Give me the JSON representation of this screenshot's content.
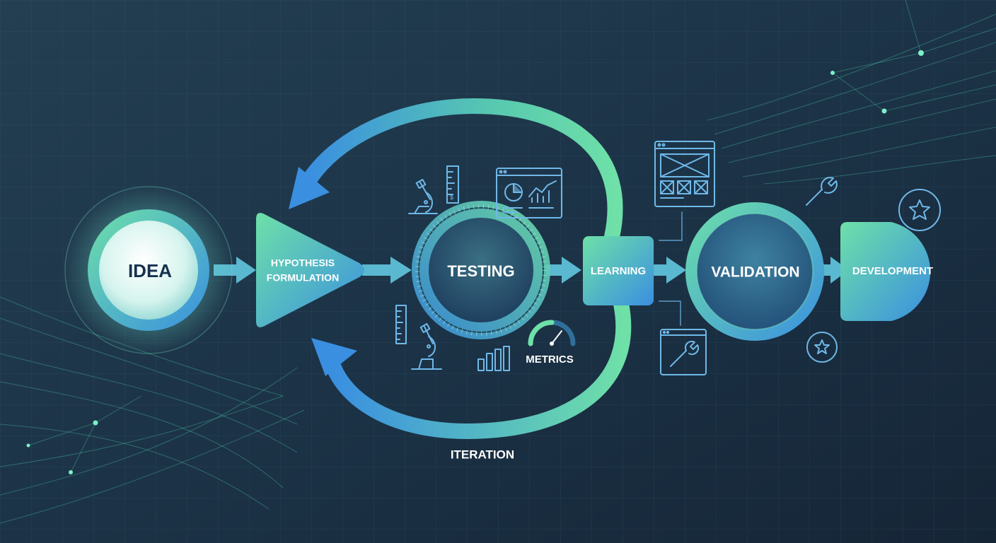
{
  "diagram": {
    "stages": {
      "idea": "IDEA",
      "hypothesis_line1": "HYPOTHESIS",
      "hypothesis_line2": "FORMULATION",
      "testing": "TESTING",
      "learning": "LEARNING",
      "validation": "VALIDATION",
      "development": "DEVELOPMENT"
    },
    "annotations": {
      "metrics": "METRICS",
      "iteration": "ITERATION"
    }
  },
  "colors": {
    "background": "#1e3448",
    "accent_green": "#6ee0a8",
    "accent_blue": "#3a8fe0",
    "icon_line": "#6fb8e8",
    "label_text": "#ffffff",
    "idea_text": "#16324f"
  },
  "icons": [
    "microscope-icon",
    "ruler-icon",
    "dashboard-chart-icon",
    "wireframe-window-icon",
    "wrench-icon",
    "star-badge-icon",
    "bar-chart-icon",
    "gauge-icon",
    "wrench-window-icon"
  ]
}
